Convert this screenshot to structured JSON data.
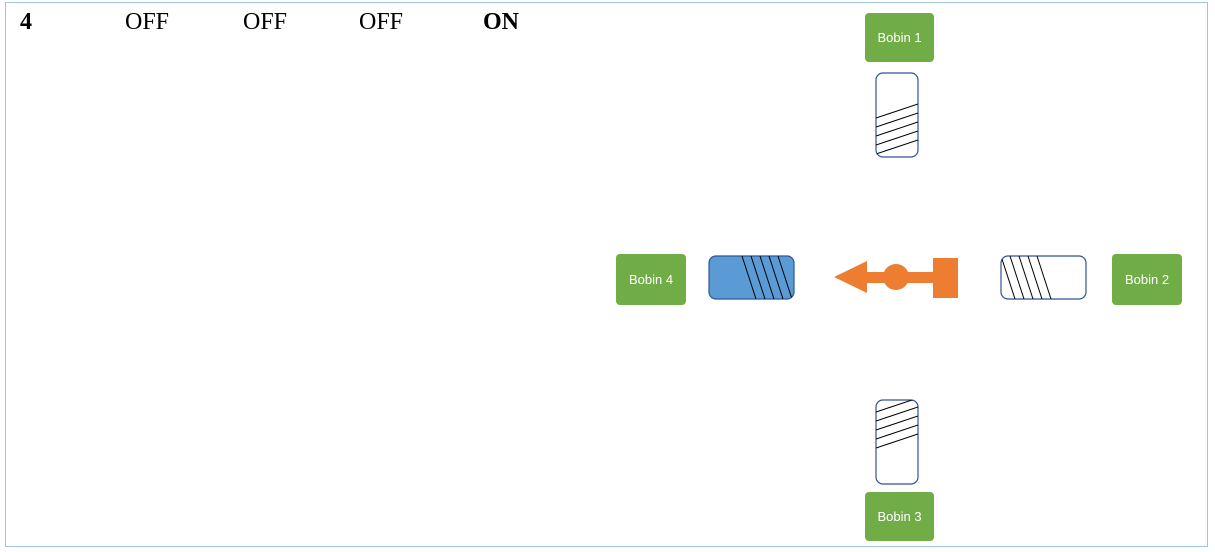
{
  "table_row": {
    "step": "4",
    "states": [
      "OFF",
      "OFF",
      "OFF",
      "ON"
    ]
  },
  "coils": {
    "bobin1": "Bobin 1",
    "bobin2": "Bobin 2",
    "bobin3": "Bobin 3",
    "bobin4": "Bobin 4",
    "active": "Bobin 4"
  },
  "colors": {
    "label_green": "#70ad47",
    "active_coil": "#5b9bd5",
    "coil_outline": "#2f5597",
    "arrow_orange": "#ed7d31",
    "border_blue": "#9dc3e6"
  }
}
